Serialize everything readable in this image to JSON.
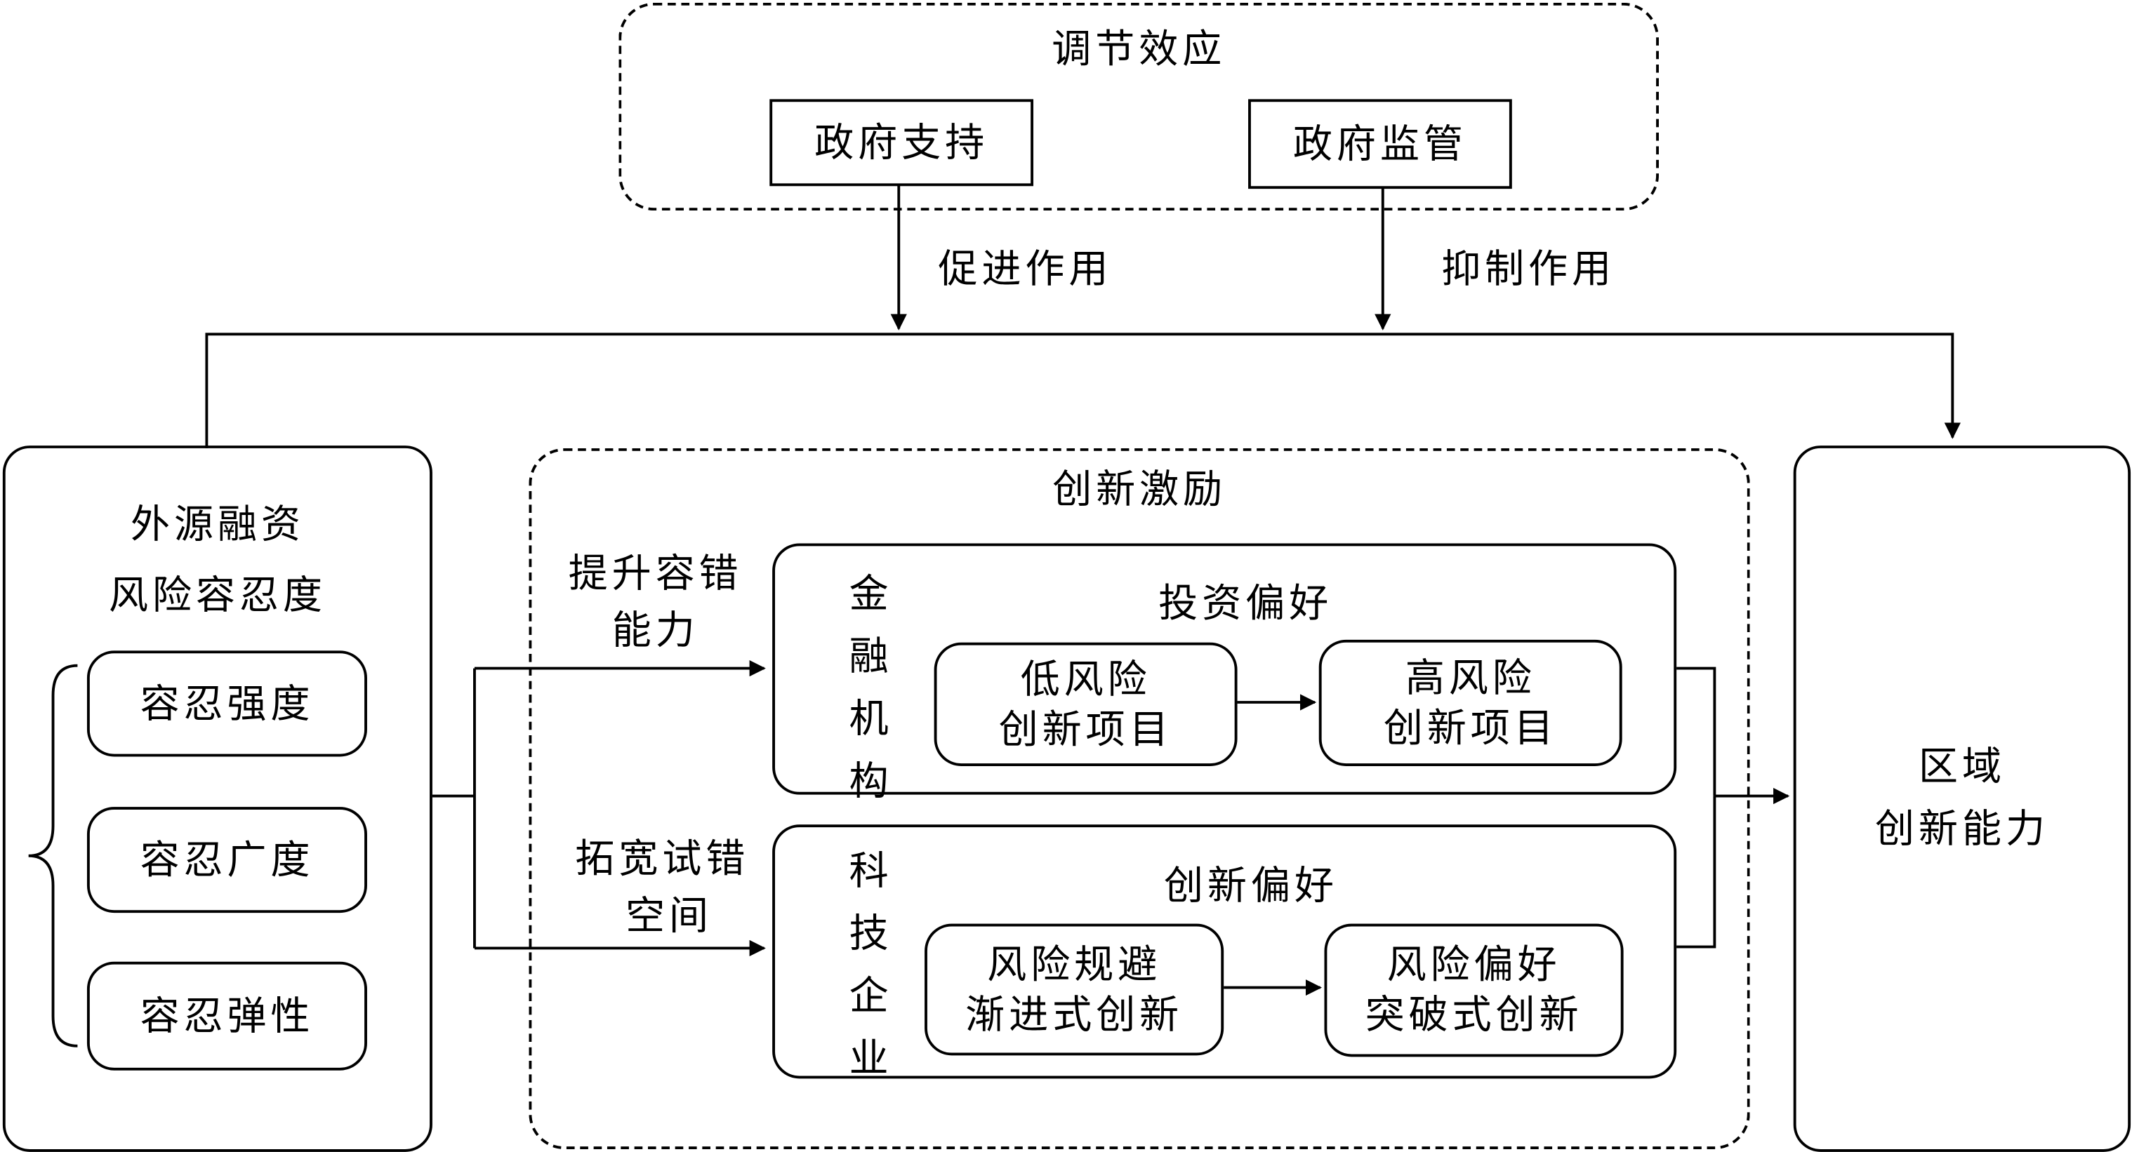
{
  "moderation": {
    "title": "调节效应",
    "support": "政府支持",
    "regulation": "政府监管",
    "promote_label": "促进作用",
    "inhibit_label": "抑制作用"
  },
  "left_panel": {
    "title_line1": "外源融资",
    "title_line2": "风险容忍度",
    "items": [
      "容忍强度",
      "容忍广度",
      "容忍弹性"
    ]
  },
  "middle_panel": {
    "title": "创新激励",
    "path_top_line1": "提升容错",
    "path_top_line2": "能力",
    "path_bottom_line1": "拓宽试错",
    "path_bottom_line2": "空间",
    "financial": {
      "actor_chars": [
        "金",
        "融",
        "机",
        "构"
      ],
      "preference": "投资偏好",
      "from_line1": "低风险",
      "from_line2": "创新项目",
      "to_line1": "高风险",
      "to_line2": "创新项目"
    },
    "tech": {
      "actor_chars": [
        "科",
        "技",
        "企",
        "业"
      ],
      "preference": "创新偏好",
      "from_line1": "风险规避",
      "from_line2": "渐进式创新",
      "to_line1": "风险偏好",
      "to_line2": "突破式创新"
    }
  },
  "right_panel": {
    "line1": "区域",
    "line2": "创新能力"
  }
}
